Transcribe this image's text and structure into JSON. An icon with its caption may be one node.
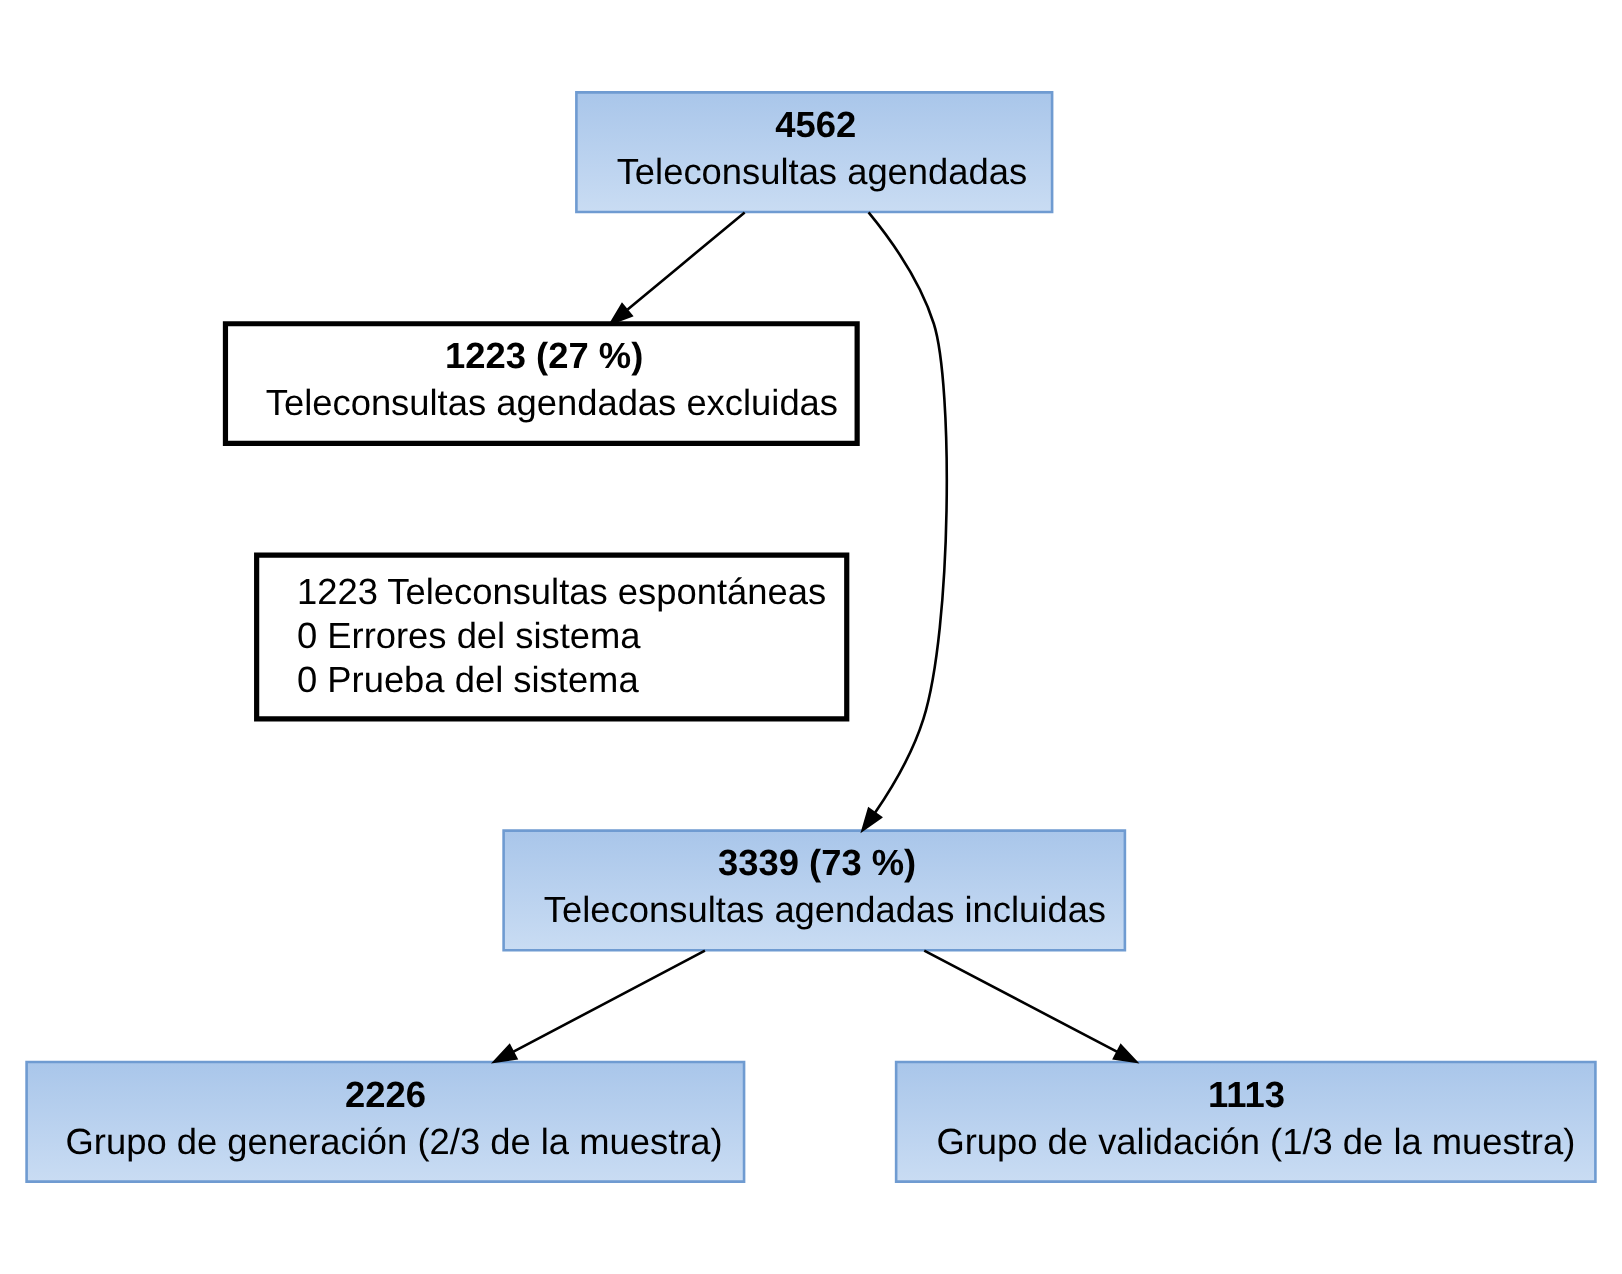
{
  "diagram": {
    "nodes": [
      {
        "text": [
          "4562",
          "Teleconsultas agendadas"
        ]
      },
      {
        "text": [
          "1223 (27 %)",
          "Teleconsultas agendadas excluidas"
        ]
      },
      {
        "text": [
          "1223 Teleconsultas espontáneas",
          "0 Errores del sistema",
          "0 Prueba del sistema"
        ]
      },
      {
        "text": [
          "3339 (73 %)",
          "Teleconsultas agendadas incluidas"
        ]
      },
      {
        "text": [
          "2226",
          "Grupo de generación (2/3 de la muestra)"
        ]
      },
      {
        "text": [
          "1113",
          "Grupo de validación (1/3 de la muestra)"
        ]
      }
    ],
    "edges": [
      {
        "from": 0,
        "to": 3,
        "arrow": "to"
      },
      {
        "from": 0,
        "to": 1,
        "arrow": "to"
      },
      {
        "from": 3,
        "to": 4,
        "arrow": "to"
      },
      {
        "from": 3,
        "to": 5,
        "arrow": "to"
      }
    ]
  }
}
